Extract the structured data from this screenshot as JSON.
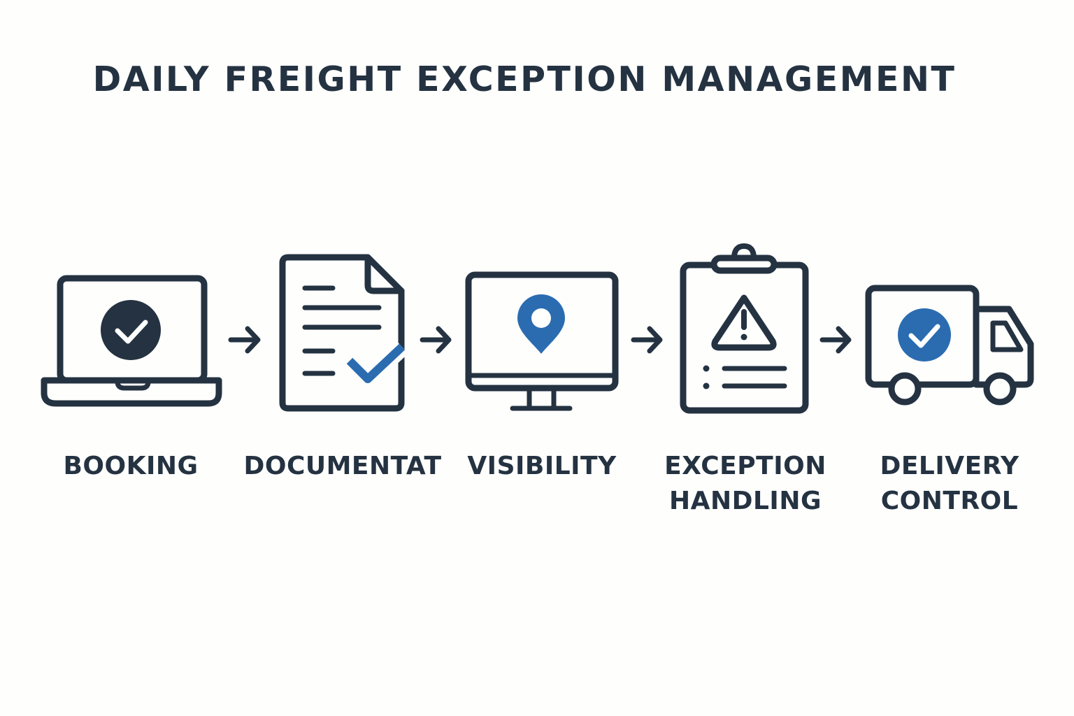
{
  "title": "DAILY FREIGHT EXCEPTION MANAGEMENT",
  "colors": {
    "ink": "#243241",
    "accent": "#2b6cb0",
    "background": "#fefefd"
  },
  "steps": [
    {
      "icon": "laptop-check-icon",
      "label_lines": [
        "BOOKING"
      ]
    },
    {
      "icon": "document-check-icon",
      "label_lines": [
        "DOCUMENTAT"
      ]
    },
    {
      "icon": "monitor-location-icon",
      "label_lines": [
        "VISIBILITY"
      ]
    },
    {
      "icon": "clipboard-warning-icon",
      "label_lines": [
        "EXCEPTION",
        "HANDLING"
      ]
    },
    {
      "icon": "truck-check-icon",
      "label_lines": [
        "DELIVERY",
        "CONTROL"
      ]
    }
  ]
}
